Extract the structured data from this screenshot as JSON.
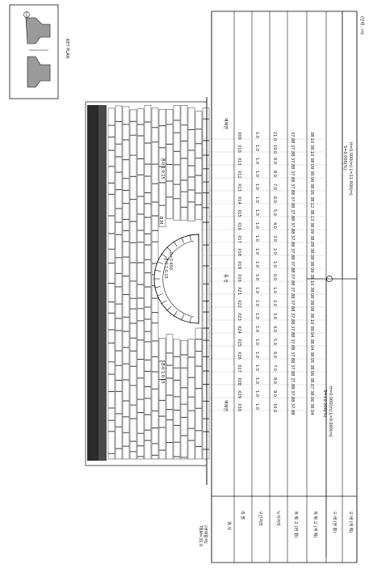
{
  "drawing": {
    "key_plan_label": "KEY PLAN",
    "unit_note": "(단위 : m)",
    "tbm_label": "TBM=31.0",
    "tbm_sub": "(현재활석)",
    "left_abutment_label": "벽체면",
    "right_abutment_label": "벽체면",
    "center_label": "중 앙",
    "arch_note_1": "R=3.450",
    "arch_note_2": "경사 1:0.15",
    "left_slope_note": "경사 1:0.15",
    "right_slope_note": "경사 1:0.15",
    "bm_marker": "B.M",
    "lower_slope_1": "S=+0.000(%)",
    "lower_slope_2": "H=0.000(m) L=0.000(m)",
    "upper_slope_1": "S=0.000(%)",
    "upper_slope_2": "H=0.000(m) L=11.000(m)",
    "row_labels": [
      "측 점",
      "구간거리",
      "누가거리",
      "계 획 고\n(현 황)",
      "계 획 고\n(계 획)",
      "구 배\n(현 황)",
      "구 배\n(계 획)"
    ],
    "header_left": "위   치",
    "stations": [
      {
        "no": "X30",
        "dist": "1.0",
        "cum": "10.0",
        "ground": "37.88",
        "plan": "38.04"
      },
      {
        "no": "X29",
        "dist": "1.0",
        "cum": "9.0",
        "ground": "37.88",
        "plan": "38.06"
      },
      {
        "no": "X28",
        "dist": "1.0",
        "cum": "8.0",
        "ground": "37.88",
        "plan": "38.07"
      },
      {
        "no": "X27",
        "dist": "1.0",
        "cum": "7.0",
        "ground": "37.88",
        "plan": "38.06"
      },
      {
        "no": "X26",
        "dist": "1.0",
        "cum": "6.0",
        "ground": "37.88",
        "plan": "38.05"
      },
      {
        "no": "X25",
        "dist": "1.0",
        "cum": "5.0",
        "ground": "37.88",
        "plan": "38.04"
      },
      {
        "no": "X24",
        "dist": "1.0",
        "cum": "4.0",
        "ground": "37.88",
        "plan": "38.04"
      },
      {
        "no": "X23",
        "dist": "1.0",
        "cum": "3.0",
        "ground": "37.88",
        "plan": "38.10"
      },
      {
        "no": "X22",
        "dist": "1.0",
        "cum": "2.0",
        "ground": "37.88",
        "plan": "38.08"
      },
      {
        "no": "X21",
        "dist": "1.0",
        "cum": "1.0",
        "ground": "37.88",
        "plan": "38.08"
      },
      {
        "no": "X20",
        "dist": "1.0",
        "cum": "0.0",
        "ground": "37.88",
        "plan": "38.10"
      },
      {
        "no": "X19",
        "dist": "1.0",
        "cum": "1.0",
        "ground": "37.88",
        "plan": "38.09"
      },
      {
        "no": "X18",
        "dist": "1.0",
        "cum": "2.0",
        "ground": "37.88",
        "plan": "38.08"
      },
      {
        "no": "X17",
        "dist": "1.0",
        "cum": "3.0",
        "ground": "37.88",
        "plan": "38.09"
      },
      {
        "no": "X16",
        "dist": "1.0",
        "cum": "4.0",
        "ground": "37.88",
        "plan": "38.09"
      },
      {
        "no": "X15",
        "dist": "1.0",
        "cum": "5.0",
        "ground": "37.88",
        "plan": "38.13"
      },
      {
        "no": "X14",
        "dist": "1.0",
        "cum": "6.0",
        "ground": "37.88",
        "plan": "38.12"
      },
      {
        "no": "X13",
        "dist": "1.0",
        "cum": "7.0",
        "ground": "37.88",
        "plan": "38.05"
      },
      {
        "no": "X12",
        "dist": "1.0",
        "cum": "8.0",
        "ground": "37.88",
        "plan": "38.06"
      },
      {
        "no": "X11",
        "dist": "1.0",
        "cum": "9.0",
        "ground": "37.88",
        "plan": "38.09"
      },
      {
        "no": "X10",
        "dist": "1.0",
        "cum": "10.0",
        "ground": "37.88",
        "plan": "38.10"
      },
      {
        "no": "X09",
        "dist": "1.0",
        "cum": "11.0",
        "ground": "37.88",
        "plan": "38.10"
      }
    ]
  }
}
